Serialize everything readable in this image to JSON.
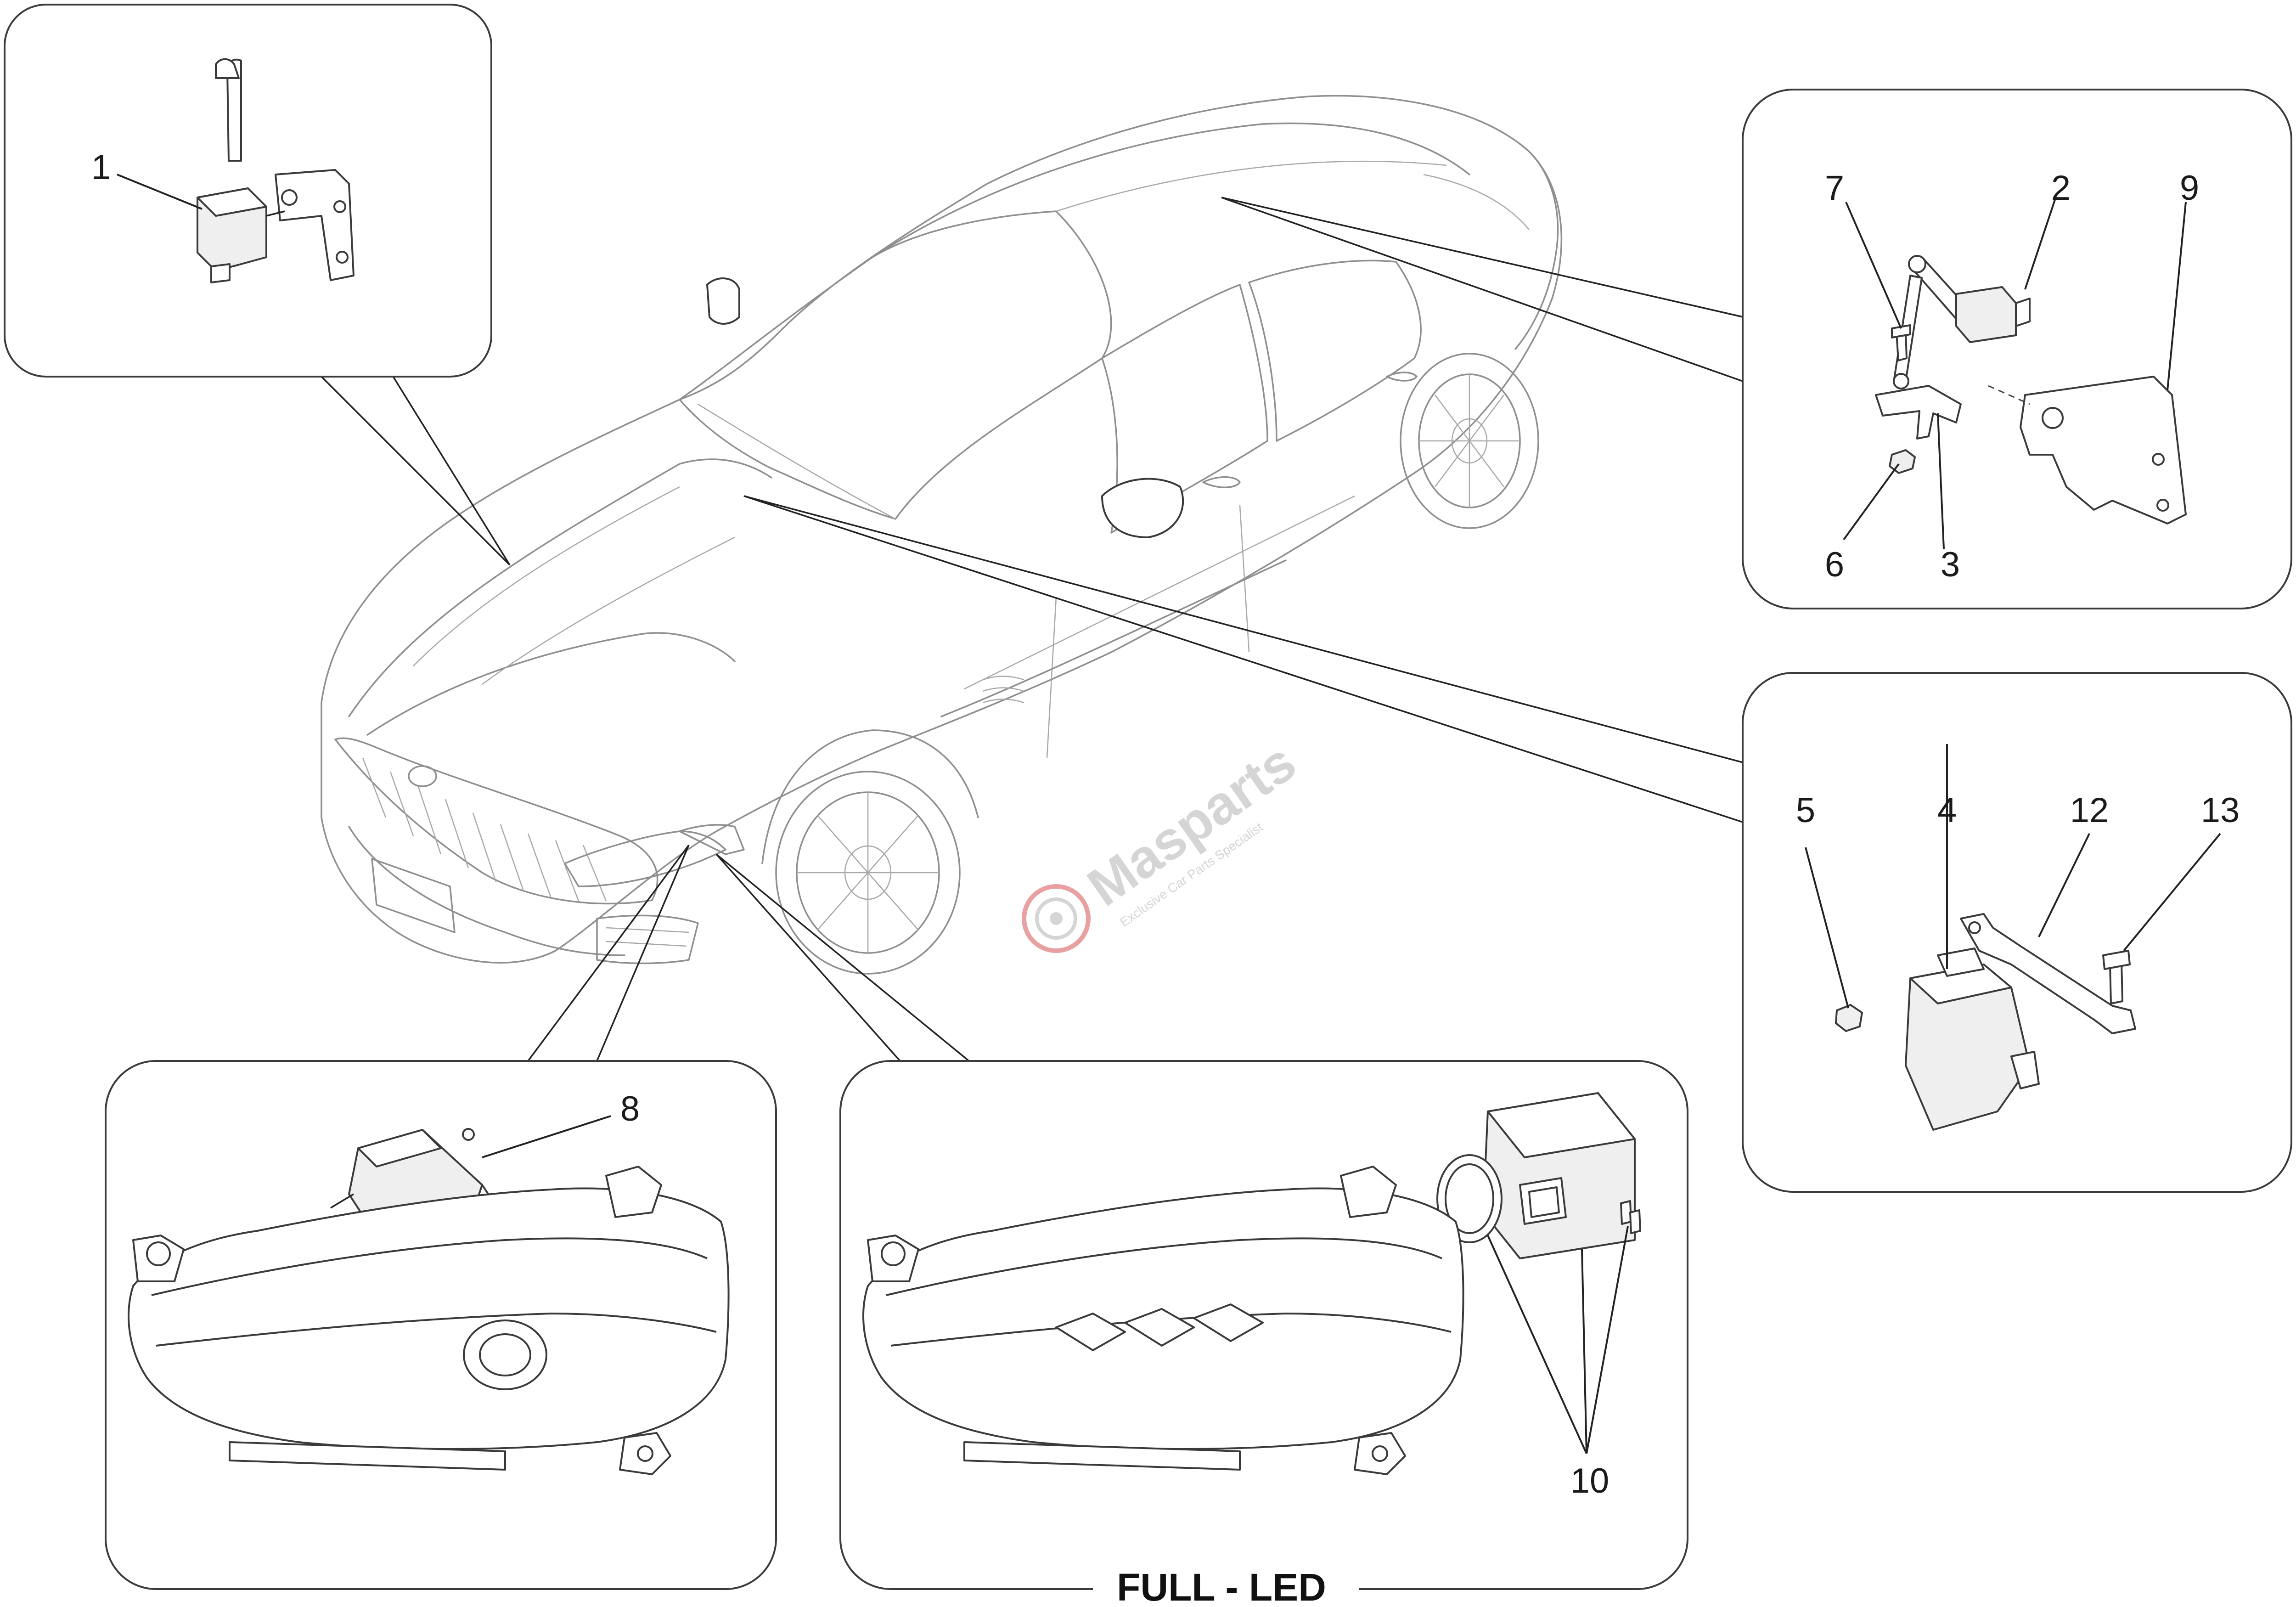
{
  "caption": "FULL - LED",
  "watermark": {
    "title": "Masparts",
    "subtitle": "Exclusive Car Parts Specialist"
  },
  "colors": {
    "line": "#3a3a3a",
    "car_outline": "#8f8f8f",
    "watermark": "#d5d5d5",
    "watermark_accent": "#e8a0a0"
  },
  "callouts": [
    {
      "id": "c1",
      "label": "1"
    },
    {
      "id": "c2",
      "label": "2"
    },
    {
      "id": "c3",
      "label": "3"
    },
    {
      "id": "c4",
      "label": "4"
    },
    {
      "id": "c5",
      "label": "5"
    },
    {
      "id": "c6",
      "label": "6"
    },
    {
      "id": "c7",
      "label": "7"
    },
    {
      "id": "c8",
      "label": "8"
    },
    {
      "id": "c9",
      "label": "9"
    },
    {
      "id": "c10",
      "label": "10"
    },
    {
      "id": "c12",
      "label": "12"
    },
    {
      "id": "c13",
      "label": "13"
    }
  ]
}
